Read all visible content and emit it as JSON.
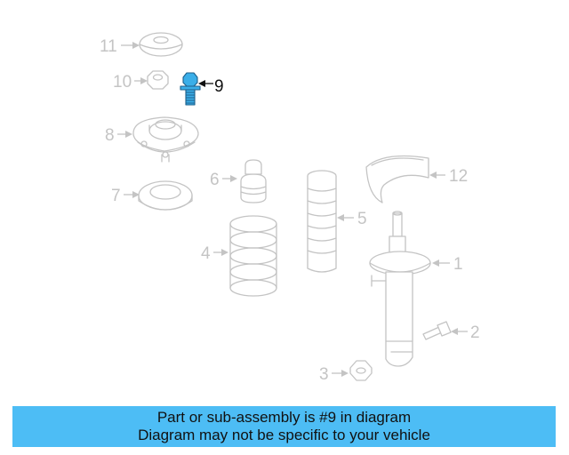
{
  "diagram": {
    "callouts": [
      {
        "id": "1",
        "label": "1"
      },
      {
        "id": "2",
        "label": "2"
      },
      {
        "id": "3",
        "label": "3"
      },
      {
        "id": "4",
        "label": "4"
      },
      {
        "id": "5",
        "label": "5"
      },
      {
        "id": "6",
        "label": "6"
      },
      {
        "id": "7",
        "label": "7"
      },
      {
        "id": "8",
        "label": "8"
      },
      {
        "id": "9",
        "label": "9"
      },
      {
        "id": "10",
        "label": "10"
      },
      {
        "id": "11",
        "label": "11"
      },
      {
        "id": "12",
        "label": "12"
      }
    ],
    "highlighted_part": "9",
    "colors": {
      "highlight_part": "#3aaee8",
      "line_art": "#c4c4c4",
      "banner": "#4dbdf5"
    }
  },
  "banner": {
    "line1": "Part or sub-assembly is #9 in diagram",
    "line2": "Diagram may not be specific to your vehicle"
  }
}
